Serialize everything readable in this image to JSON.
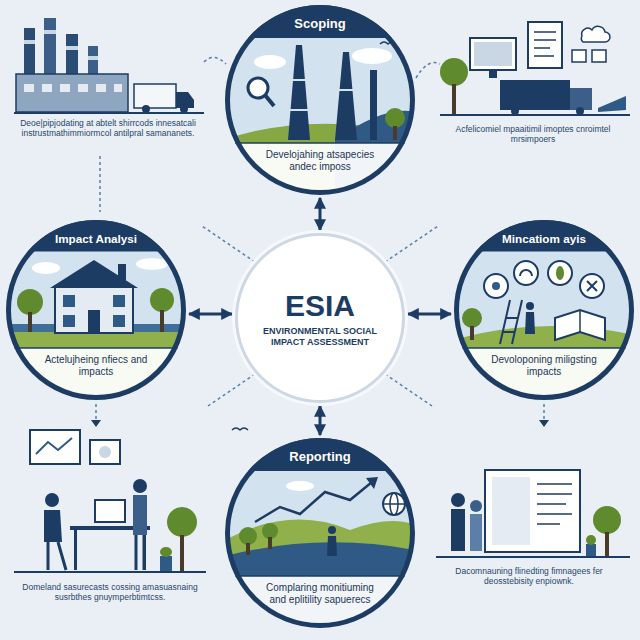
{
  "diagram": {
    "nodes": [
      {
        "text": [
          "Scoping",
          "Develojahing atsapecies andec imposs"
        ]
      },
      {
        "text": [
          "Impact Analysi",
          "Actelujheing nfiecs and impacts"
        ]
      },
      {
        "text": [
          "ESIA",
          "ENVIRONMENTAL SOCIAL IMPACT ASSESSMENT"
        ]
      },
      {
        "text": [
          "Mincatiom ayis",
          "Devoloponing miligsting impacts"
        ]
      },
      {
        "text": [
          "Reporting",
          "Complaring monitiuming and eplitility sapuerecs"
        ]
      }
    ],
    "edges": [
      {
        "from": 2,
        "to": 0,
        "arrow": "both"
      },
      {
        "from": 2,
        "to": 1,
        "arrow": "both"
      },
      {
        "from": 2,
        "to": 3,
        "arrow": "both"
      },
      {
        "from": 2,
        "to": 4,
        "arrow": "both"
      }
    ],
    "labels": [
      "Deoe|pipjodating at abtelt shirrcods innesatcali instrustmathimmiormcol antilpral samananets.",
      "Acfelicomiel mpaaitimil imoptes cnroimtel mrsimpoers",
      "Domeland sasurecasts cossing amasuasnaing susrbthes gnuymperbtimtcss.",
      "Dacomnauning flinedting fimnagees fer deosstebisity enpiownk."
    ]
  }
}
